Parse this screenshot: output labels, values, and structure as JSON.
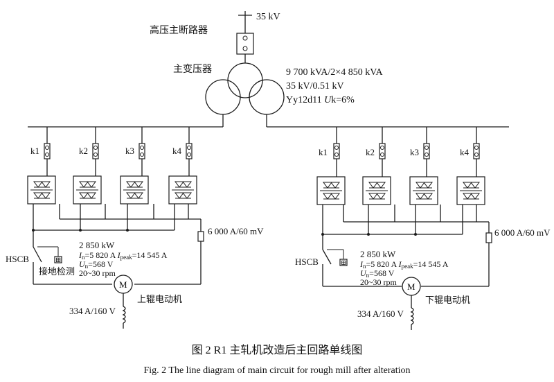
{
  "figure": {
    "caption_cn": "图 2   R1 主轧机改造后主回路单线图",
    "caption_en": "Fig. 2   The line diagram of main circuit for rough mill after alteration"
  },
  "top": {
    "voltage": "35 kV",
    "breaker_label": "高压主断路器",
    "transformer_label": "主变压器",
    "transformer_spec1": "9 700 kVA/2×4 850 kVA",
    "transformer_spec2": "35 kV/0.51 kV",
    "transformer_spec3_pre": "Yy12d11 ",
    "transformer_spec3_uk": "U",
    "transformer_spec3_post": "k=6%"
  },
  "left": {
    "switches": [
      "k1",
      "k2",
      "k3",
      "k4"
    ],
    "shunt": "6 000 A/60 mV",
    "hscb": "HSCB",
    "ground_detect": "接地检测",
    "power": "2 850 kW",
    "in_i": "I",
    "in_sub": "n",
    "in_val": "=5 820 A ",
    "peak_i": "I",
    "peak_sub": "peak",
    "peak_val": "=14 545 A",
    "un_u": "U",
    "un_sub": "n",
    "un_val": "=568 V",
    "speed": "20~30 rpm",
    "motor_symbol": "M",
    "motor_label": "上辊电动机",
    "field": "334 A/160 V"
  },
  "right": {
    "switches": [
      "k1",
      "k2",
      "k3",
      "k4"
    ],
    "shunt": "6 000 A/60 mV",
    "hscb": "HSCB",
    "power": "2 850 kW",
    "in_i": "I",
    "in_sub": "n",
    "in_val": "=5 820 A ",
    "peak_i": "I",
    "peak_sub": "peak",
    "peak_val": "=14 545 A",
    "un_u": "U",
    "un_sub": "n",
    "un_val": "=568 V",
    "speed": "20~30 rpm",
    "motor_symbol": "M",
    "motor_label": "下辊电动机",
    "field": "334 A/160 V"
  }
}
